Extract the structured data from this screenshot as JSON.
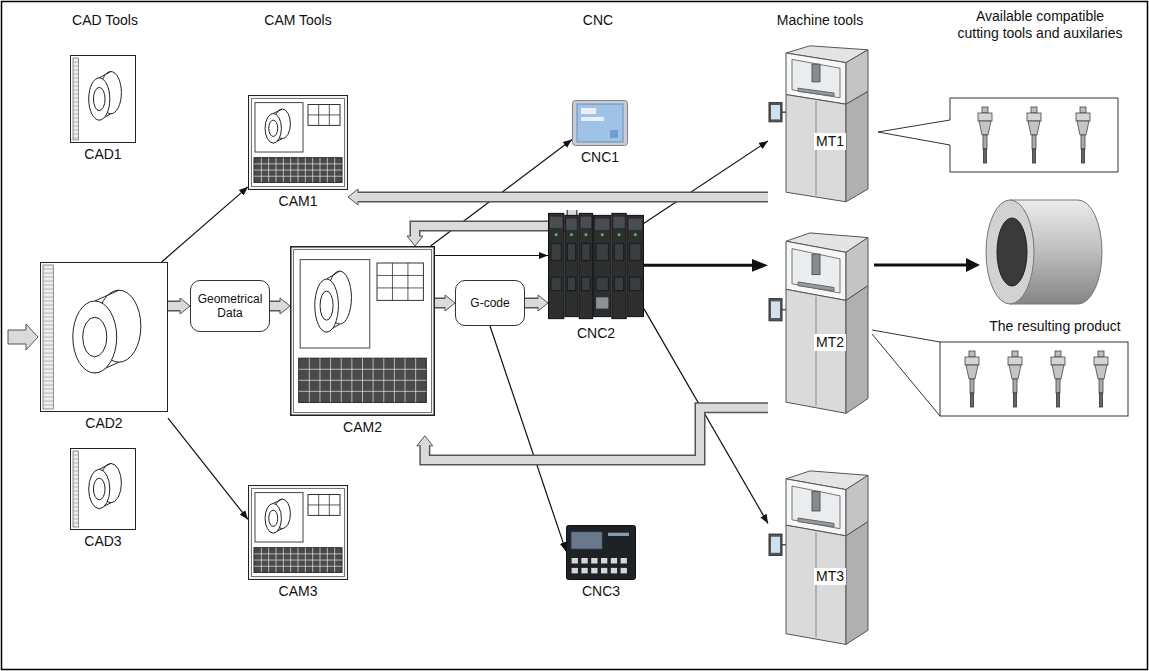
{
  "diagram": {
    "nodes": [
      {
        "text": [
          "CAD1"
        ]
      },
      {
        "text": [
          "CAD2"
        ]
      },
      {
        "text": [
          "CAD3"
        ]
      },
      {
        "text": [
          "Geometrical Data"
        ]
      },
      {
        "text": [
          "CAM1"
        ]
      },
      {
        "text": [
          "CAM2"
        ]
      },
      {
        "text": [
          "CAM3"
        ]
      },
      {
        "text": [
          "G-code"
        ]
      },
      {
        "text": [
          "CNC1"
        ]
      },
      {
        "text": [
          "CNC2"
        ]
      },
      {
        "text": [
          "CNC3"
        ]
      },
      {
        "text": [
          "MT1"
        ]
      },
      {
        "text": [
          "MT2"
        ]
      },
      {
        "text": [
          "MT3"
        ]
      }
    ],
    "edges": [
      {
        "from": 1,
        "to": 4,
        "arrow": "to"
      },
      {
        "from": 1,
        "to": 3,
        "arrow": "to"
      },
      {
        "from": 3,
        "to": 5,
        "arrow": "to"
      },
      {
        "from": 1,
        "to": 6,
        "arrow": "to"
      },
      {
        "from": 5,
        "to": 7,
        "arrow": "to"
      },
      {
        "from": 7,
        "to": 9,
        "arrow": "to"
      },
      {
        "from": 5,
        "to": 8,
        "arrow": "to"
      },
      {
        "from": 5,
        "to": 9,
        "arrow": "to"
      },
      {
        "from": 9,
        "to": 5,
        "arrow": "to"
      },
      {
        "from": 7,
        "to": 10,
        "arrow": "to"
      },
      {
        "from": 9,
        "to": 11,
        "arrow": "to"
      },
      {
        "from": 9,
        "to": 12,
        "arrow": "to"
      },
      {
        "from": 9,
        "to": 13,
        "arrow": "to"
      },
      {
        "from": 11,
        "to": 4,
        "arrow": "to"
      },
      {
        "from": 12,
        "to": 5,
        "arrow": "to"
      }
    ],
    "labels": [
      "CAD Tools",
      "CAM Tools",
      "CNC",
      "Machine tools",
      "Available compatible cutting tools and auxilaries",
      "The resulting product"
    ]
  }
}
